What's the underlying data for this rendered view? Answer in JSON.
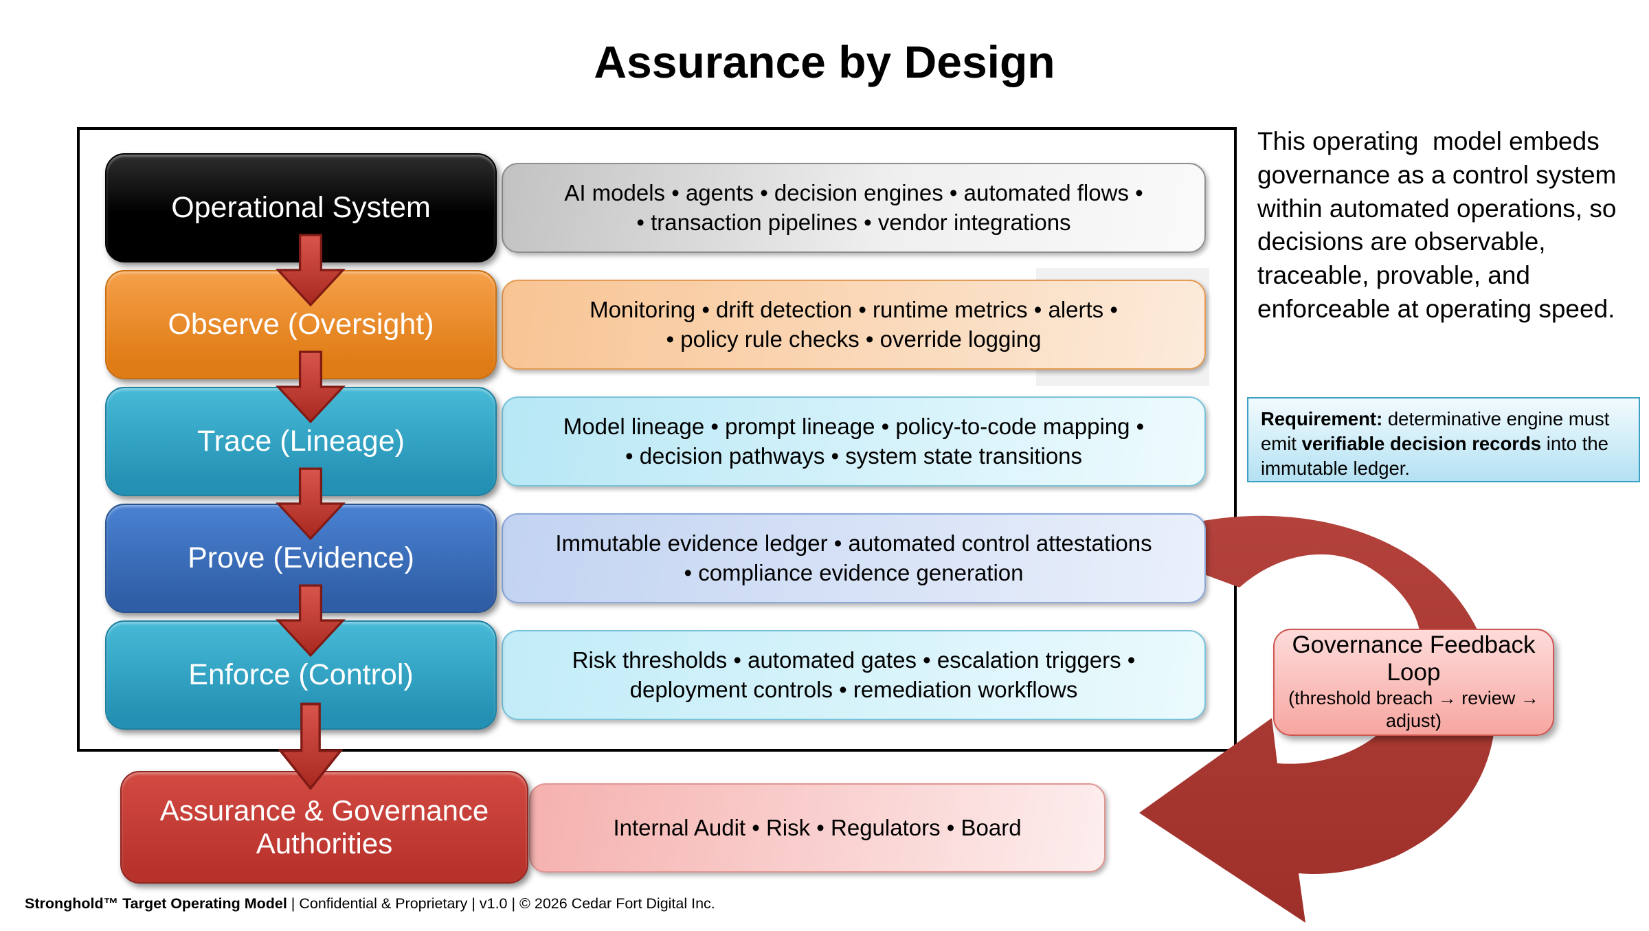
{
  "title": "Assurance by Design",
  "rows": [
    {
      "title": "Operational System",
      "detail": "AI models • agents • decision engines • automated flows •\n• transaction pipelines • vendor integrations",
      "stage_color": "#000000",
      "detail_color": "#d9d9d9"
    },
    {
      "title": "Observe (Oversight)",
      "detail": "Monitoring • drift detection • runtime metrics • alerts •\n• policy rule checks • override logging",
      "stage_color": "#e8821e",
      "detail_color": "#fbd4ae"
    },
    {
      "title": "Trace (Lineage)",
      "detail": "Model lineage • prompt lineage • policy-to-code mapping •\n• decision pathways • system state transitions",
      "stage_color": "#2d9fc0",
      "detail_color": "#c8ecf8"
    },
    {
      "title": "Prove (Evidence)",
      "detail": "Immutable evidence ledger • automated control attestations\n• compliance evidence generation",
      "stage_color": "#3a6fbe",
      "detail_color": "#ccdaf4"
    },
    {
      "title": "Enforce (Control)",
      "detail": "Risk thresholds • automated gates • escalation triggers •\ndeployment controls • remediation workflows",
      "stage_color": "#2d9fc0",
      "detail_color": "#cdf0f9"
    },
    {
      "title": "Assurance & Governance Authorities",
      "detail": "Internal Audit • Risk • Regulators • Board",
      "stage_color": "#c3332e",
      "detail_color": "#f8c3c1"
    }
  ],
  "side_note": "This operating  model embeds governance as a control system within automated operations, so decisions are observable, traceable, provable, and enforceable at operating speed.",
  "requirement": {
    "label": "Requirement:",
    "text_1": " determinative engine must emit ",
    "bold": "verifiable decision records",
    "text_2": " into the immutable ledger."
  },
  "feedback_loop": {
    "title": "Governance Feedback Loop",
    "subtitle": "(threshold breach → review → adjust)"
  },
  "footer": {
    "bold": "Stronghold™ Target Operating Model",
    "rest": " | Confidential & Proprietary | v1.0 | © 2026 Cedar Fort Digital Inc."
  },
  "colors": {
    "arrow_red": "#c0392b",
    "arrow_red_dark": "#8e2520",
    "loop_red": "#a93931",
    "requirement_border": "#3ba0c4",
    "requirement_fill": "#b4e1f3",
    "feedback_fill": "#f7a6a1",
    "frame_border": "#000000"
  }
}
